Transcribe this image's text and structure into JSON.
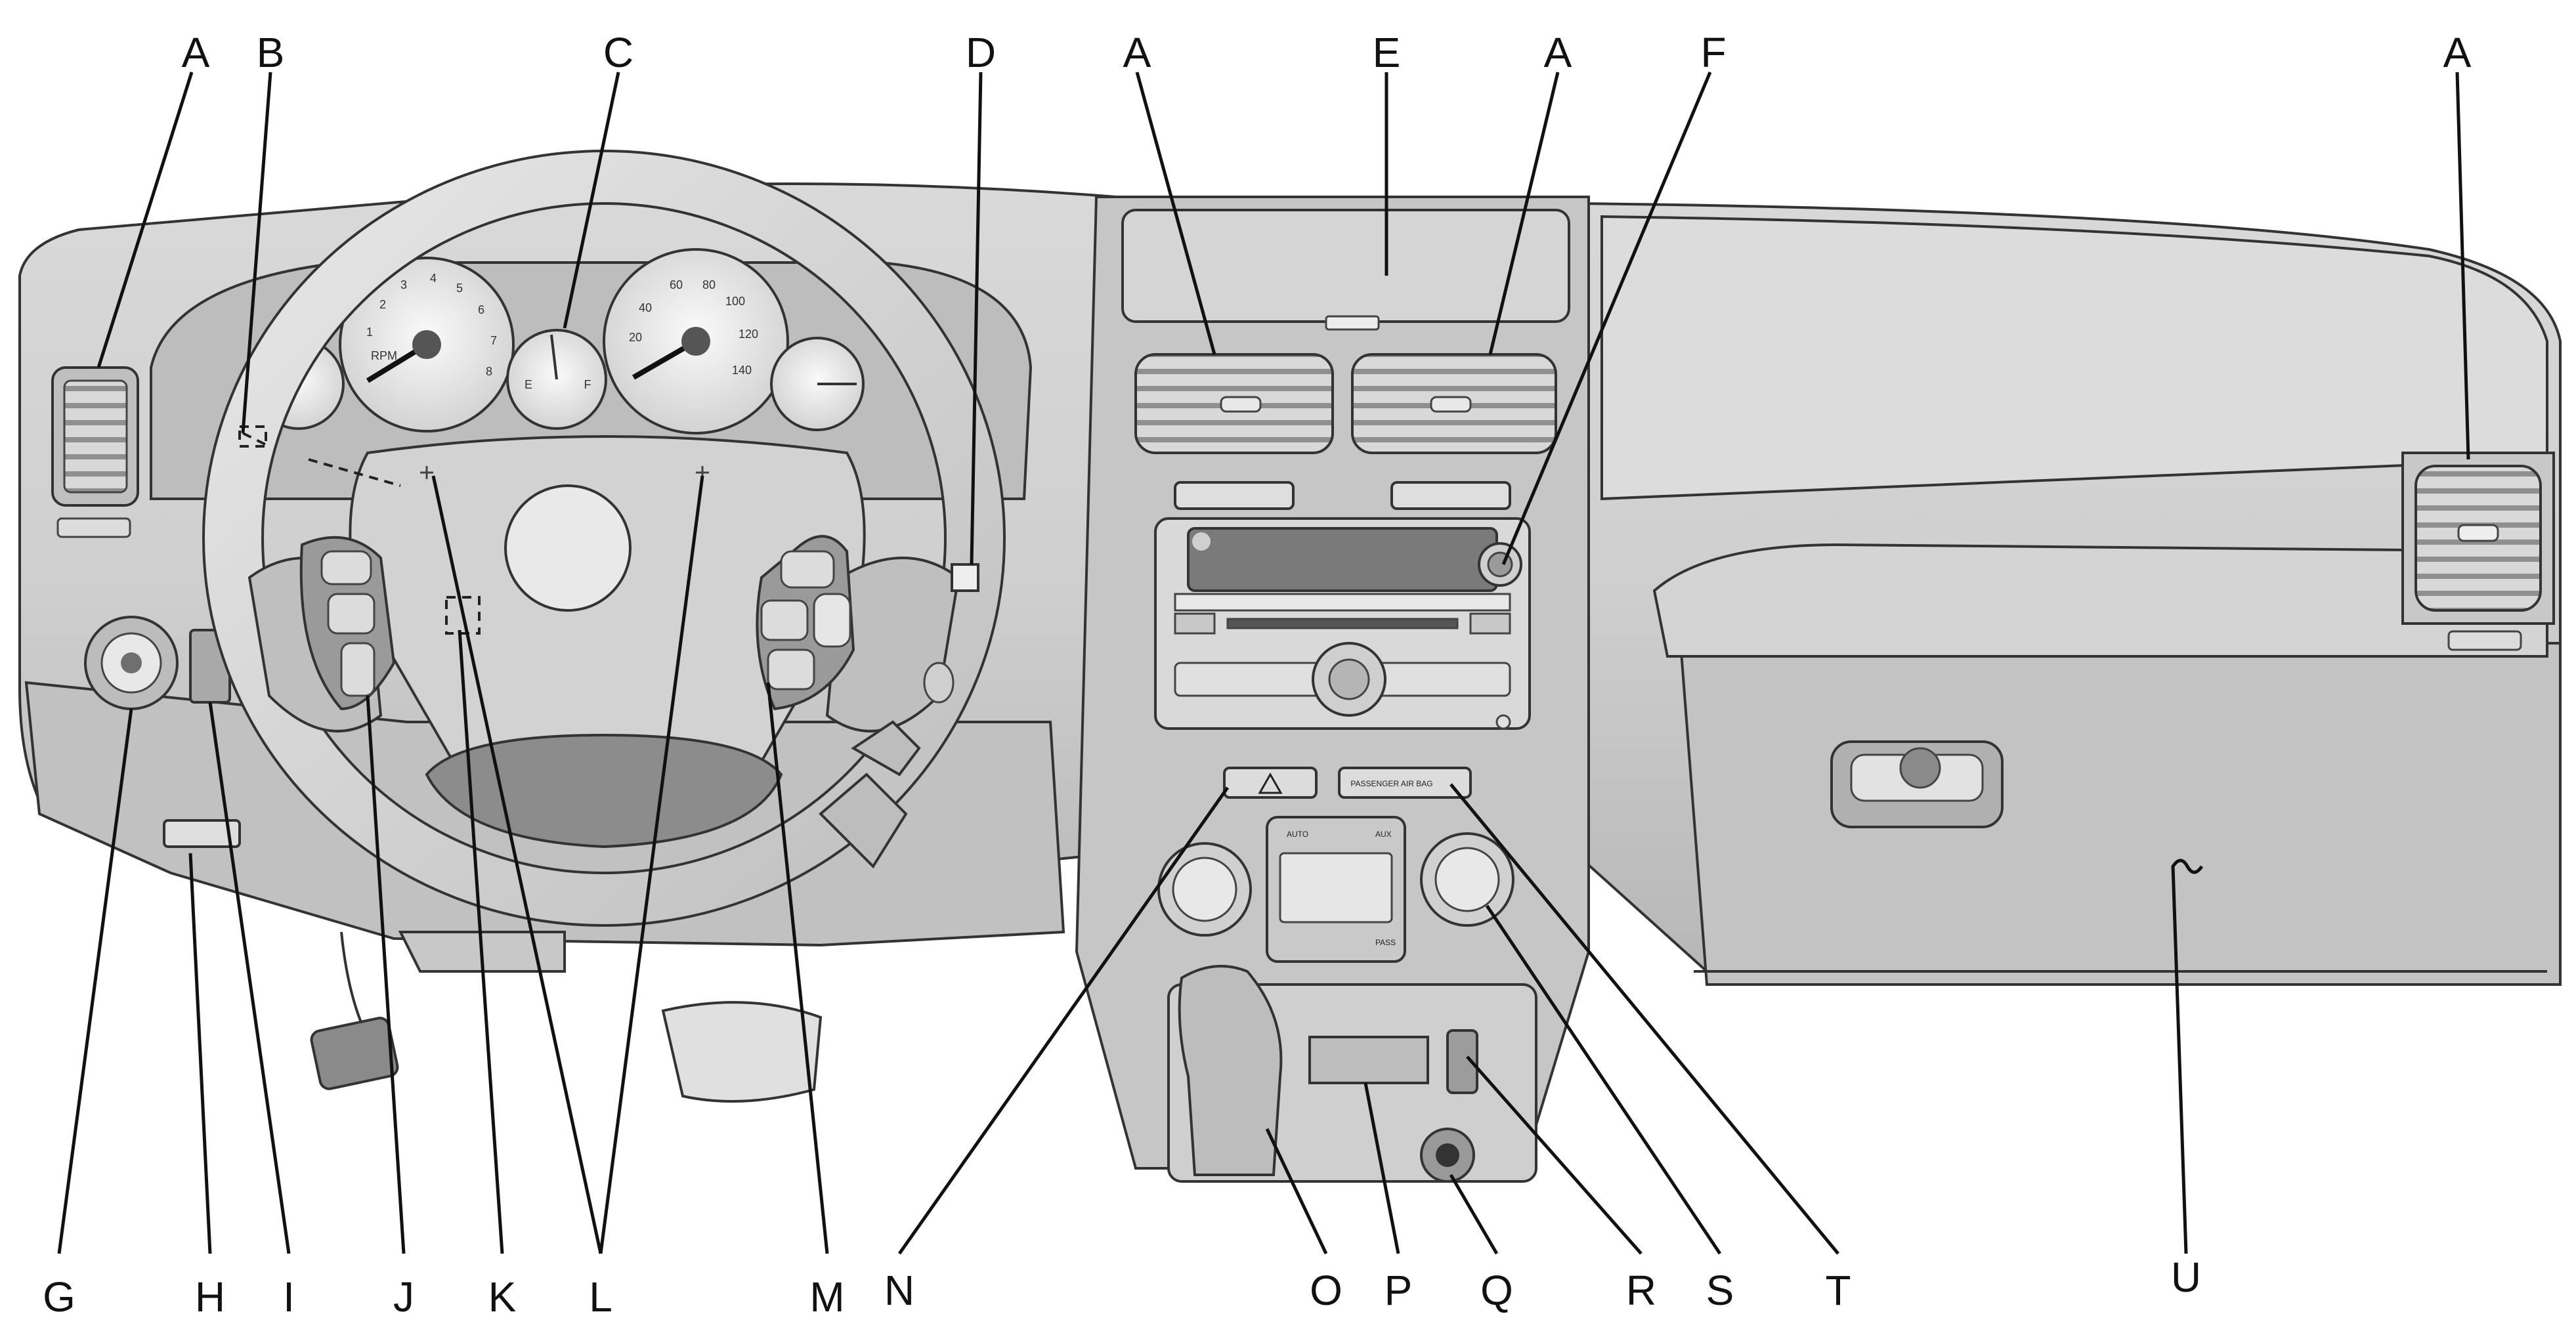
{
  "diagram": {
    "labels": {
      "A": "A",
      "B": "B",
      "C": "C",
      "D": "D",
      "E": "E",
      "F": "F",
      "G": "G",
      "H": "H",
      "I": "I",
      "J": "J",
      "K": "K",
      "L": "L",
      "M": "M",
      "N": "N",
      "O": "O",
      "P": "P",
      "Q": "Q",
      "R": "R",
      "S": "S",
      "T": "T",
      "U": "U"
    },
    "gauges": {
      "tach_label": "RPM",
      "tach_ticks": [
        "1",
        "2",
        "3",
        "4",
        "5",
        "6",
        "7",
        "8"
      ],
      "fuel_empty": "E",
      "fuel_full": "F",
      "speed_ticks": [
        "20",
        "40",
        "60",
        "80",
        "100",
        "120",
        "140"
      ]
    },
    "climate_buttons": {
      "auto": "AUTO",
      "aux": "AUX",
      "pass": "PASS"
    },
    "passenger_airbag": "PASSENGER AIR BAG",
    "palette": {
      "light": "#e6e6e6",
      "mid": "#c9c9c9",
      "dark": "#9a9a9a",
      "darker": "#6f6f6f",
      "line": "#222222"
    }
  }
}
